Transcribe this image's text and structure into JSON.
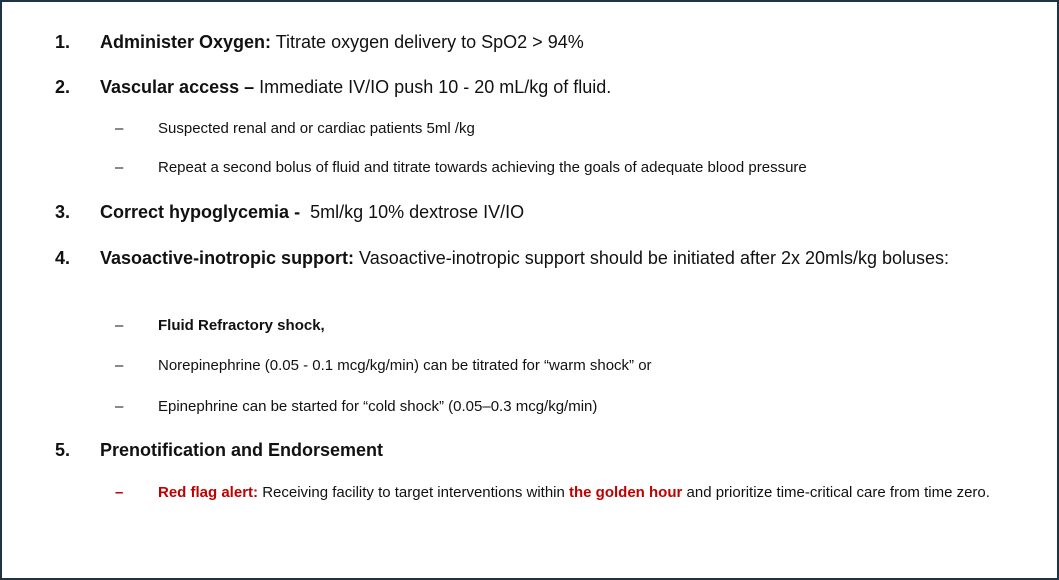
{
  "items": [
    {
      "number": "1.",
      "title": "Administer Oxygen:",
      "text": " Titrate oxygen delivery to SpO2 >  94%"
    },
    {
      "number": "2.",
      "title": "Vascular access –",
      "text": " Immediate IV/IO push 10 - 20 mL/kg of fluid.",
      "subs": [
        "Suspected renal and or cardiac patients 5ml /kg",
        "Repeat a second bolus of fluid and titrate towards achieving the goals of adequate blood pressure"
      ]
    },
    {
      "number": "3.",
      "title": "Correct hypoglycemia -",
      "text": "  5ml/kg 10% dextrose IV/IO"
    },
    {
      "number": "4.",
      "title": "Vasoactive-inotropic support:",
      "text": " Vasoactive-inotropic support should be initiated after 2x 20mls/kg boluses:",
      "subs": [
        "Fluid Refractory shock,",
        "Norepinephrine (0.05 - 0.1 mcg/kg/min) can be titrated for “warm shock” or",
        "Epinephrine can be started for “cold shock” (0.05–0.3 mcg/kg/min)"
      ]
    },
    {
      "number": "5.",
      "title": "Prenotification and Endorsement",
      "alert": {
        "label": "Red flag alert:",
        "text_before": " Receiving facility to target interventions within ",
        "highlight": "the golden hour",
        "text_after": " and prioritize time-critical care from time zero."
      }
    }
  ],
  "dash": "–",
  "colors": {
    "border": "#1f3347",
    "alert": "#c00000"
  }
}
